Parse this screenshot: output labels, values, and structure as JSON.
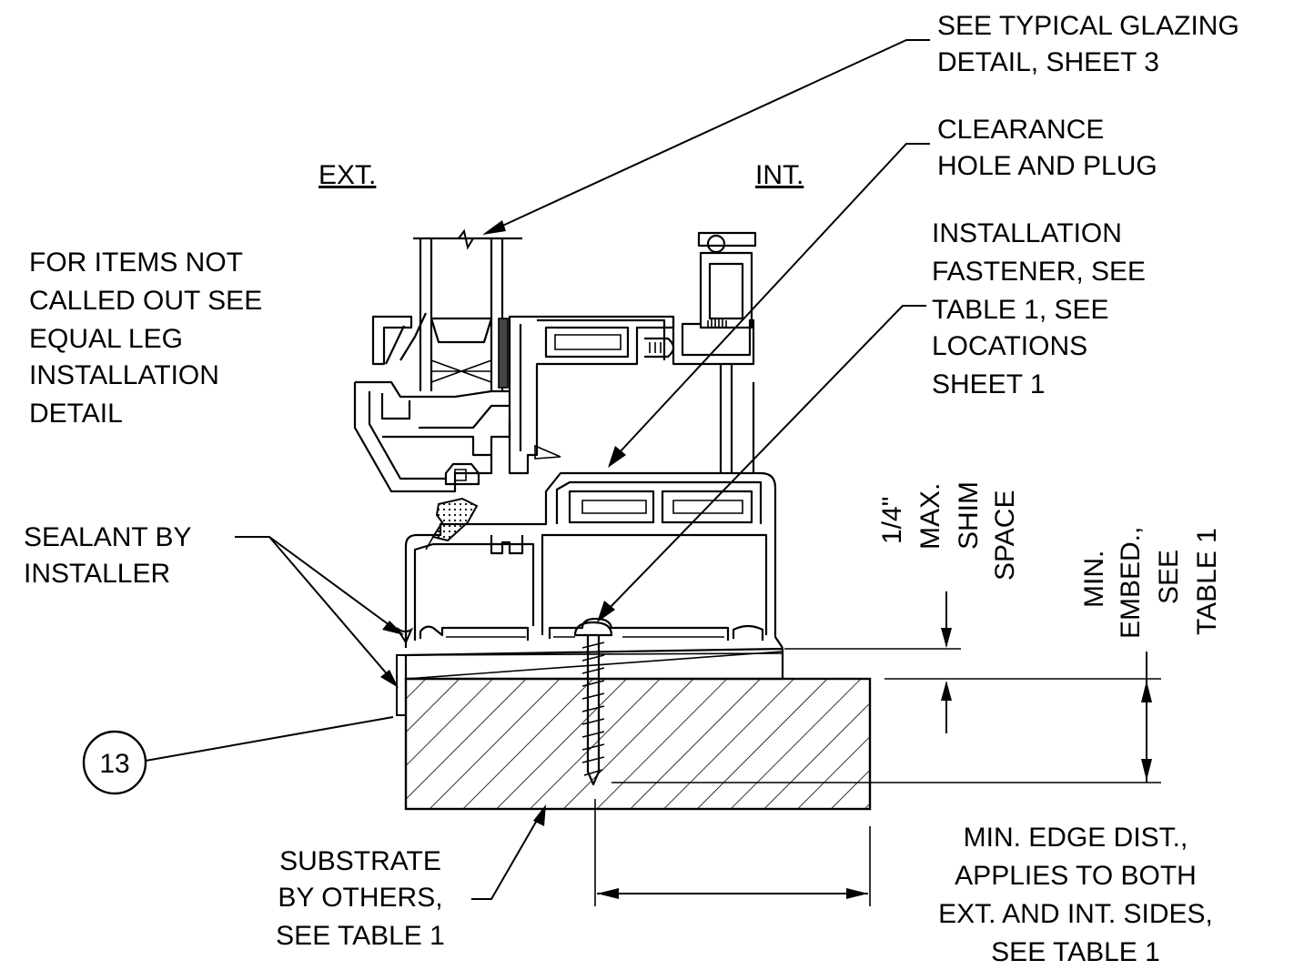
{
  "labels": {
    "glazing_1": "SEE TYPICAL GLAZING",
    "glazing_2": "DETAIL, SHEET 3",
    "clearance_1": "CLEARANCE",
    "clearance_2": "HOLE AND PLUG",
    "install_1": "INSTALLATION",
    "install_2": "FASTENER, SEE",
    "install_3": "TABLE 1, SEE",
    "install_4": "LOCATIONS",
    "install_5": "SHEET 1",
    "ext": "EXT.",
    "int": "INT.",
    "items_1": "FOR ITEMS NOT",
    "items_2": "CALLED OUT SEE",
    "items_3": "EQUAL LEG",
    "items_4": "INSTALLATION",
    "items_5": "DETAIL",
    "sealant_1": "SEALANT BY",
    "sealant_2": "INSTALLER",
    "shim_1": "1/4\"",
    "shim_2": "MAX.",
    "shim_3": "SHIM",
    "shim_4": "SPACE",
    "embed_1": "MIN.",
    "embed_2": "EMBED.,",
    "embed_3": "SEE",
    "embed_4": "TABLE 1",
    "callout": "13",
    "substrate_1": "SUBSTRATE",
    "substrate_2": "BY OTHERS,",
    "substrate_3": "SEE TABLE 1",
    "edge_1": "MIN. EDGE DIST.,",
    "edge_2": "APPLIES TO BOTH",
    "edge_3": "EXT. AND INT. SIDES,",
    "edge_4": "SEE TABLE 1"
  }
}
